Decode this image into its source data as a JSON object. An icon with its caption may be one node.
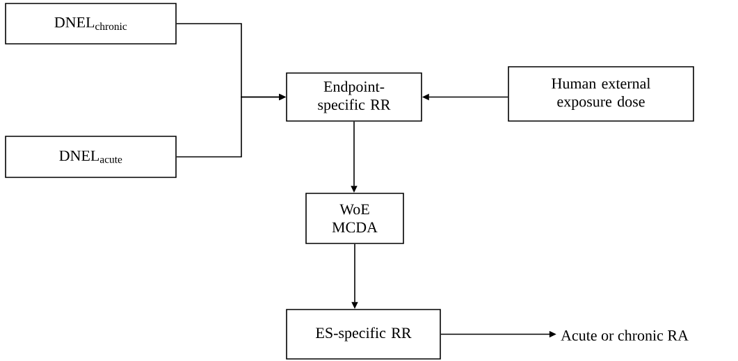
{
  "diagram": {
    "nodes": [
      {
        "text": [
          "DNEL$_{chronic}$"
        ]
      },
      {
        "text": [
          "DNEL$_{acute}$"
        ]
      },
      {
        "text": [
          "Endpoint-specific RR"
        ]
      },
      {
        "text": [
          "Human external exposure dose"
        ]
      },
      {
        "text": [
          "WoE MCDA"
        ]
      },
      {
        "text": [
          "ES-specific RR"
        ]
      },
      {
        "text": [
          "Acute or chronic RA"
        ]
      }
    ],
    "edges": [
      {
        "from": 0,
        "to": 2,
        "arrow": "to"
      },
      {
        "from": 1,
        "to": 2,
        "arrow": "to"
      },
      {
        "from": 3,
        "to": 2,
        "arrow": "to"
      },
      {
        "from": 2,
        "to": 4,
        "arrow": "to"
      },
      {
        "from": 4,
        "to": 5,
        "arrow": "to"
      },
      {
        "from": 5,
        "to": 6,
        "arrow": "to"
      }
    ]
  }
}
